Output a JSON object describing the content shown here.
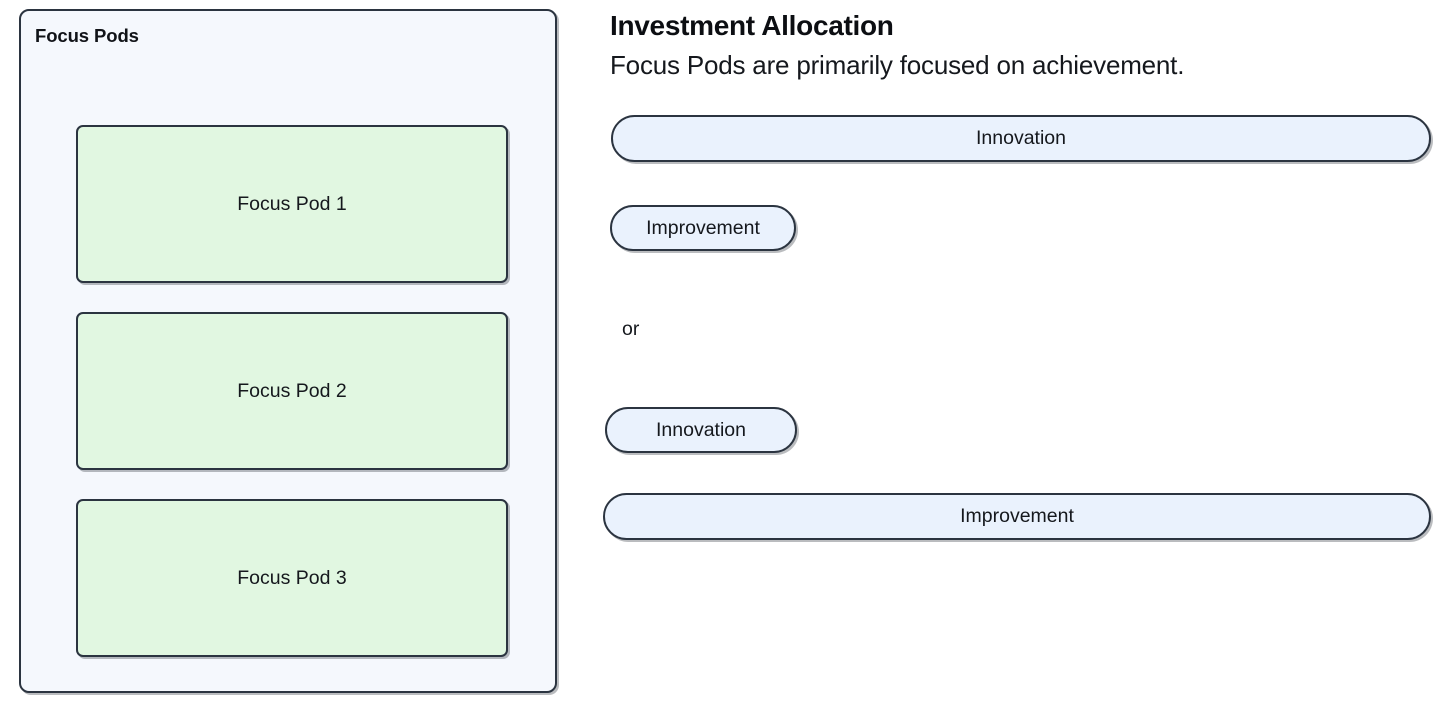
{
  "left_panel": {
    "title": "Focus Pods",
    "pods": [
      {
        "label": "Focus Pod 1"
      },
      {
        "label": "Focus Pod 2"
      },
      {
        "label": "Focus Pod 3"
      }
    ]
  },
  "right_panel": {
    "heading": "Investment Allocation",
    "subheading": "Focus Pods are primarily focused on achievement.",
    "or_label": "or",
    "options": [
      {
        "label": "Innovation"
      },
      {
        "label": "Improvement"
      },
      {
        "label": "Innovation"
      },
      {
        "label": "Improvement"
      }
    ]
  },
  "colors": {
    "pod_fill": "#e1f7e1",
    "pill_fill": "#eaf2fd",
    "panel_fill": "#f5f8fd",
    "outline": "#2b3440",
    "page_background": "#ffffff",
    "text": "#15181d"
  }
}
